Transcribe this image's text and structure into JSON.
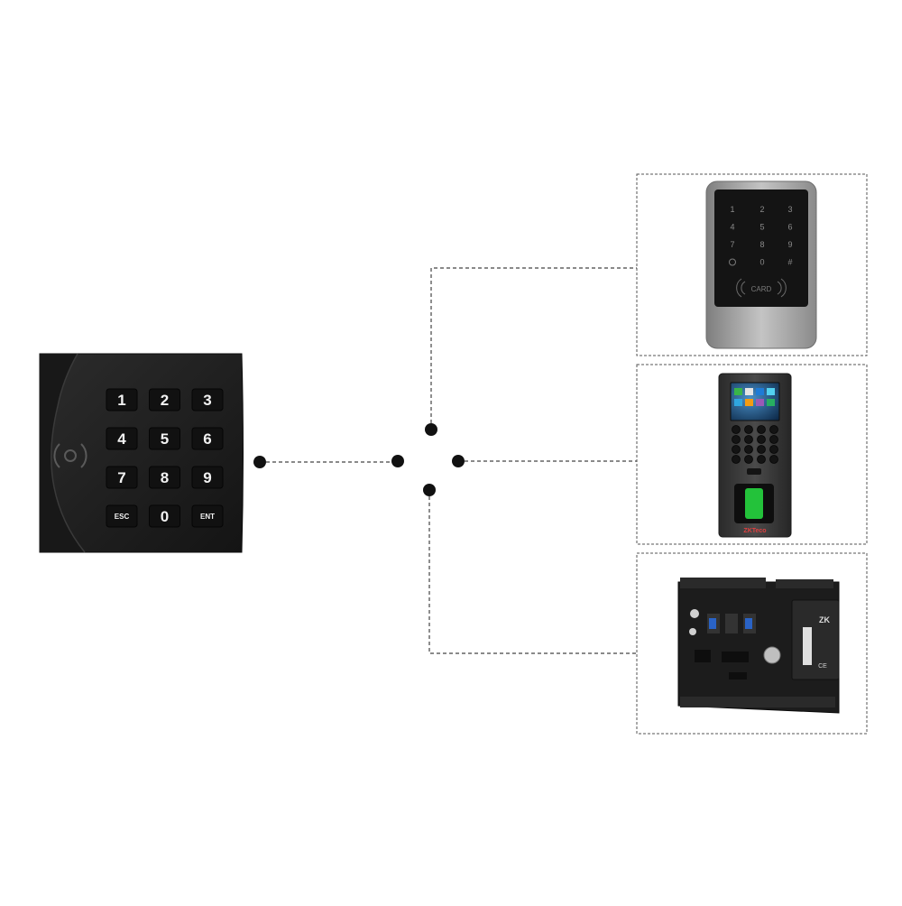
{
  "reader": {
    "keys": [
      "1",
      "2",
      "3",
      "4",
      "5",
      "6",
      "7",
      "8",
      "9",
      "ESC",
      "0",
      "ENT"
    ]
  },
  "devices": [
    {
      "name": "keypad-access-terminal",
      "keys": [
        "1",
        "2",
        "3",
        "4",
        "5",
        "6",
        "7",
        "8",
        "9",
        "",
        "0",
        "#"
      ],
      "card_label": "CARD"
    },
    {
      "name": "fingerprint-terminal",
      "brand": "ZKTeco"
    },
    {
      "name": "access-control-panel",
      "brand": "ZK"
    }
  ],
  "colors": {
    "line": "#444444",
    "dot": "#111111",
    "box_border": "#555555",
    "reader_body": "#1e1e1e",
    "key_face": "#111111",
    "key_text": "#f2f2f2",
    "terminal_frame": "#9a9a9a",
    "terminal_glass": "#141414",
    "board": "#1c1c1c",
    "terminal_green": "#23c23a"
  }
}
